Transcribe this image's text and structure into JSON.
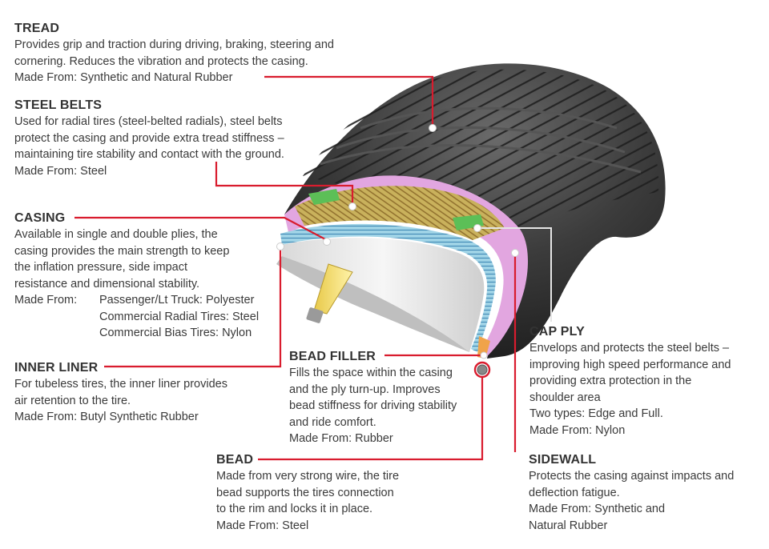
{
  "colors": {
    "leader": "#d91c2e",
    "text": "#333333",
    "tire": "#3a3a3a"
  },
  "labels": {
    "tread": {
      "title": "TREAD",
      "lines": [
        "Provides grip and traction during driving, braking, steering and",
        "cornering. Reduces the vibration and protects the casing.",
        "Made From: Synthetic and Natural Rubber"
      ]
    },
    "steel_belts": {
      "title": "STEEL BELTS",
      "lines": [
        "Used for radial tires (steel-belted radials), steel belts",
        "protect the casing and provide extra tread stiffness –",
        "maintaining tire stability and contact with the ground.",
        "Made From: Steel"
      ]
    },
    "casing": {
      "title": "CASING",
      "lines": [
        "Available in single and double plies, the",
        "casing provides the main strength to keep",
        "the inflation pressure,  side impact",
        "resistance and dimensional stability."
      ],
      "made_from_key": "Made From:",
      "made_from_values": [
        "Passenger/Lt Truck: Polyester",
        "Commercial Radial Tires: Steel",
        "Commercial Bias Tires: Nylon"
      ]
    },
    "inner_liner": {
      "title": "INNER LINER",
      "lines": [
        "For tubeless tires, the inner liner provides",
        "air retention to the tire.",
        "Made From: Butyl Synthetic Rubber"
      ]
    },
    "bead_filler": {
      "title": "BEAD FILLER",
      "lines": [
        "Fills the space within the casing",
        "and the ply turn-up. Improves",
        "bead stiffness for driving stability",
        "and ride comfort.",
        "Made From: Rubber"
      ]
    },
    "bead": {
      "title": "BEAD",
      "lines": [
        "Made from very strong wire, the tire",
        "bead supports the tires connection",
        "to the rim and locks it in place.",
        "Made From: Steel"
      ]
    },
    "cap_ply": {
      "title": "CAP PLY",
      "lines": [
        "Envelops and protects the steel belts –",
        "improving high speed performance and",
        "providing extra protection in the",
        "shoulder area",
        "Two types: Edge and Full.",
        "Made From: Nylon"
      ]
    },
    "sidewall": {
      "title": "SIDEWALL",
      "lines": [
        "Protects the casing against impacts and",
        "deflection fatigue.",
        "Made From: Synthetic and",
        "Natural Rubber"
      ]
    }
  }
}
